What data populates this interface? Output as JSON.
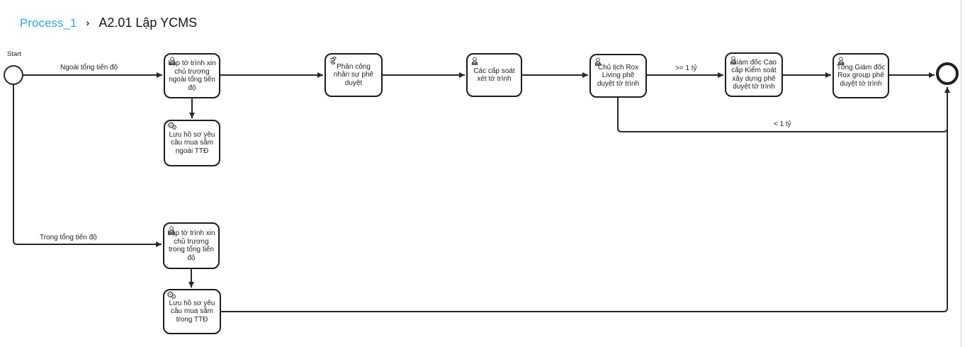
{
  "breadcrumb": {
    "process_link": "Process_1",
    "separator": "›",
    "current": "A2.01 Lập YCMS"
  },
  "colors": {
    "link_blue": "#2aa5f7",
    "flow_line": "#26272b",
    "shape_border": "#1a1c20",
    "label_text": "#1d1d1d",
    "canvas_border": "#cfcfcf"
  },
  "diagram": {
    "start_label": "Start",
    "tasks": [
      {
        "name": "lap-to-trinh-ngoai-ttd",
        "icon": "user-icon",
        "label": "Lập tờ trình xin\nchủ trương\nngoài tổng tiến\nđộ"
      },
      {
        "name": "luu-ho-so-ngoai-ttd",
        "icon": "service-icon",
        "label": "Lưu hồ sơ yêu\ncầu mua sắm\nngoài TTĐ"
      },
      {
        "name": "phan-cong-nhan-su",
        "icon": "script-icon",
        "label": "Phân công\nnhân sự phê\nduyệt"
      },
      {
        "name": "cac-cap-soat-xet",
        "icon": "user-icon",
        "label": "Các cấp soát\nxét tờ trình"
      },
      {
        "name": "chu-tich-rox-living",
        "icon": "user-icon",
        "label": "Chủ tịch Rox\nLiving phê\nduyệt tờ trình"
      },
      {
        "name": "giam-doc-cao-cap-kiem-soat",
        "icon": "user-icon",
        "label": "Giám đốc Cao\ncấp Kiểm soát\nxây dựng phê\nduyệt tờ trình"
      },
      {
        "name": "tong-giam-doc-rox-group",
        "icon": "user-icon",
        "label": "Tổng Giám đốc\nRox group phê\nduyệt tờ trình"
      },
      {
        "name": "lap-to-trinh-trong-ttd",
        "icon": "user-icon",
        "label": "Lập tờ trình xin\nchủ trương\ntrong tổng tiến\nđộ"
      },
      {
        "name": "luu-ho-so-trong-ttd",
        "icon": "service-icon",
        "label": "Lưu hồ sơ yêu\ncầu mua sắm\ntrong TTĐ"
      }
    ],
    "flow_labels": [
      {
        "text": "Ngoài tổng tiến độ"
      },
      {
        "text": "Trong tổng tiến độ"
      },
      {
        "text": ">= 1 tỷ"
      },
      {
        "text": "< 1 tỷ"
      }
    ]
  }
}
